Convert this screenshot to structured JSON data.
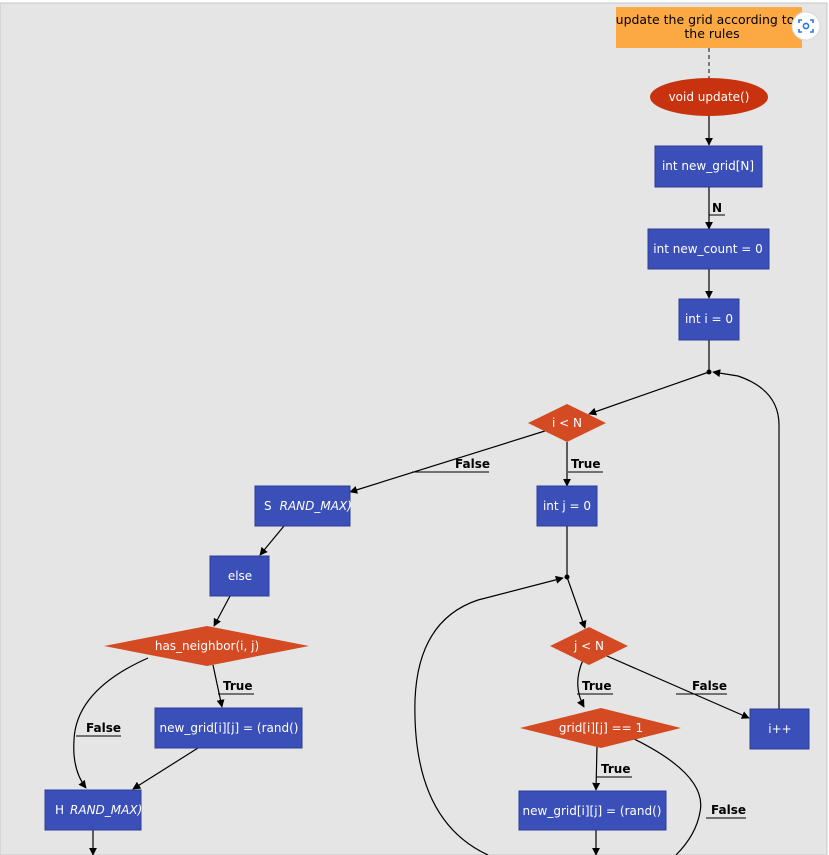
{
  "note": {
    "line1": "update the grid according to",
    "line2": "the rules"
  },
  "nodes": {
    "start": "void update()",
    "new_grid_decl": "int new_grid[N]",
    "new_count_decl": "int new_count = 0",
    "init_i": "int i = 0",
    "cond_i": "i < N",
    "s_rand_prefix": "S",
    "s_rand_text": "RAND_MAX)",
    "else": "else",
    "has_neighbor": "has_neighbor(i, j)",
    "new_grid_assign_left": "new_grid[i][j] = (rand()",
    "h_rand_prefix": "H",
    "h_rand_text": "RAND_MAX)",
    "init_j": "int j = 0",
    "cond_j": "j < N",
    "grid_check": "grid[i][j] == 1",
    "new_grid_assign_right": "new_grid[i][j] = (rand()",
    "incr_i": "i++"
  },
  "edge_labels": {
    "n": "N",
    "true_i": "True",
    "false_i": "False",
    "true_neighbor": "True",
    "false_neighbor": "False",
    "true_j": "True",
    "false_j": "False",
    "true_grid": "True",
    "false_grid": "False"
  },
  "colors": {
    "background": "#e5e5e5",
    "process": "#3b4fb8",
    "decision": "#d44a23",
    "terminal": "#c8320e",
    "note": "#fca944"
  },
  "icons": {
    "corner_button": "scan-icon"
  }
}
